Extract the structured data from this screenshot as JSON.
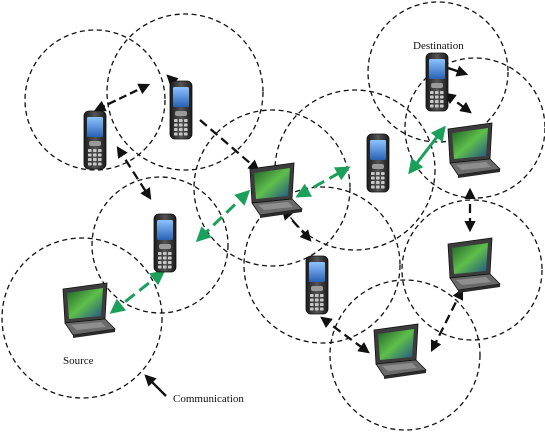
{
  "labels": {
    "destination": "Destination",
    "source": "Source",
    "communication": "Communication"
  },
  "nodes": [
    {
      "id": "phone-top-left",
      "kind": "phone"
    },
    {
      "id": "phone-top-center",
      "kind": "phone"
    },
    {
      "id": "phone-destination",
      "kind": "phone"
    },
    {
      "id": "laptop-destination-right",
      "kind": "laptop"
    },
    {
      "id": "phone-center-right",
      "kind": "phone"
    },
    {
      "id": "laptop-center",
      "kind": "laptop"
    },
    {
      "id": "phone-center-left",
      "kind": "phone"
    },
    {
      "id": "phone-center",
      "kind": "phone"
    },
    {
      "id": "laptop-right",
      "kind": "laptop"
    },
    {
      "id": "laptop-bottom",
      "kind": "laptop"
    },
    {
      "id": "laptop-source",
      "kind": "laptop"
    }
  ],
  "colors": {
    "range_circle": "#111111",
    "arrow_black": "#111111",
    "arrow_green": "#1aa05a",
    "laptop_screen": "#2f8a3a",
    "laptop_body": "#4a4a4a",
    "phone_body": "#2b2b2b",
    "phone_screen": "#3d7fd0"
  }
}
